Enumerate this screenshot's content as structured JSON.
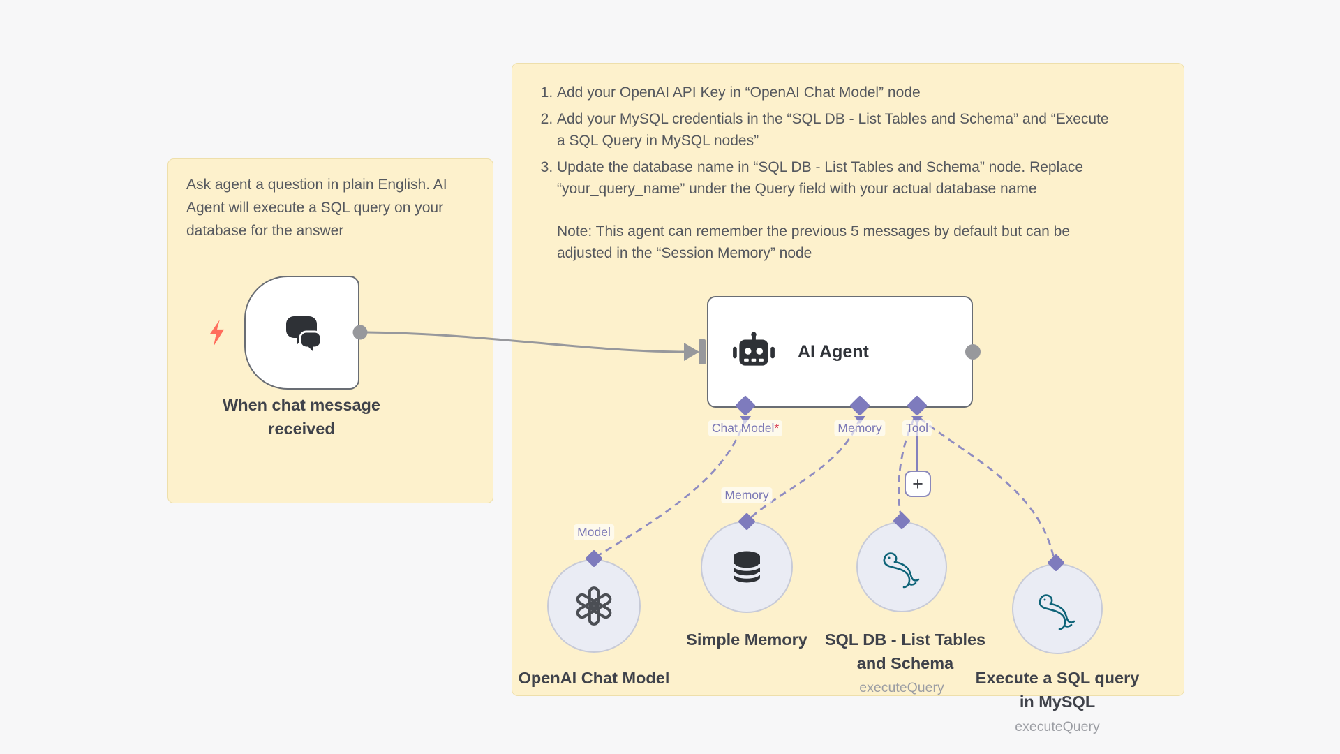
{
  "canvas": {
    "background": "#f7f7f8"
  },
  "sticky_left": {
    "text": "Ask agent a question in plain English. AI Agent will execute a SQL query on your database for the answer"
  },
  "sticky_main": {
    "items": [
      "Add your OpenAI API Key in “OpenAI Chat Model” node",
      "Add your MySQL credentials in the “SQL DB - List Tables and Schema” and “Execute a SQL Query in MySQL nodes”",
      "Update the database name in “SQL DB - List Tables and Schema” node. Replace “your_query_name” under the Query field with your actual database name"
    ],
    "note": "Note: This agent can remember the previous 5 messages by default but can be adjusted in the “Session Memory” node"
  },
  "nodes": {
    "trigger": {
      "label": "When chat message received",
      "icon": "chat-bubbles-icon",
      "badge_icon": "lightning-icon"
    },
    "agent": {
      "title": "AI Agent",
      "icon": "robot-icon",
      "ports": {
        "chat_model": "Chat Model",
        "chat_model_required": "*",
        "memory": "Memory",
        "tool": "Tool"
      }
    },
    "openai": {
      "label": "OpenAI Chat Model",
      "port_label": "Model",
      "icon": "openai-logo-icon"
    },
    "simple_memory": {
      "label": "Simple Memory",
      "port_label": "Memory",
      "icon": "database-icon"
    },
    "sql_db": {
      "label": "SQL DB - List Tables and Schema",
      "sublabel": "executeQuery",
      "icon": "mysql-dolphin-icon"
    },
    "execute_sql": {
      "label": "Execute a SQL query in MySQL",
      "sublabel": "executeQuery",
      "icon": "mysql-dolphin-icon"
    },
    "add_tool": {
      "label": "+",
      "icon": "plus-icon"
    }
  },
  "colors": {
    "canvas_bg": "#f7f7f8",
    "sticky_bg": "#fdf1cc",
    "sticky_border": "#eedfab",
    "sticky_text": "#55585e",
    "node_border": "#696d74",
    "wire_gray": "#97989c",
    "connector_purple": "#8f8cc1",
    "diamond_purple": "#7e7bbd",
    "port_label_purple": "#7a77b5",
    "circle_bg": "#eaecf4",
    "circle_border": "#c7cad7",
    "icon_dark": "#2e3136",
    "mysql_teal": "#0e6378",
    "lightning_coral": "#ff6d5c",
    "required_red": "#d8374f",
    "label_dark": "#3f424a",
    "sublabel_gray": "#9b9da3"
  }
}
